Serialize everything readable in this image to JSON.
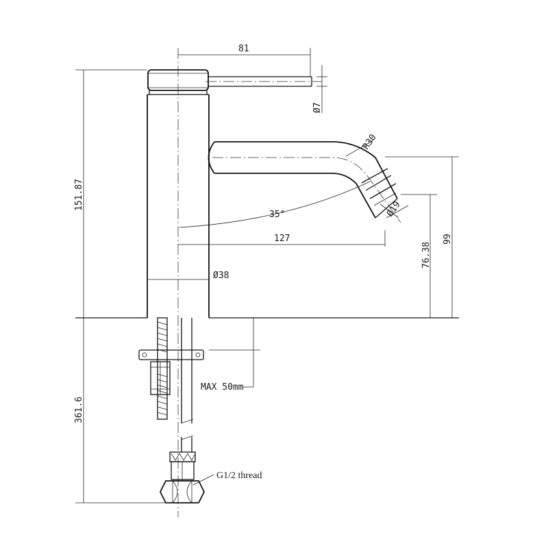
{
  "drawing": {
    "dimensions": {
      "handle_length": "81",
      "handle_diameter": "Ø7",
      "total_height": "151.87",
      "spout_radius": "R30",
      "spout_angle": "35°",
      "spout_outlet_diameter": "Ø19",
      "spout_reach": "127",
      "spout_outlet_height": "76.38",
      "spout_top_height": "99",
      "body_diameter": "Ø38",
      "max_deck_thickness": "MAX 50mm",
      "tail_length": "361.6"
    },
    "notes": {
      "connection": "G1/2 thread"
    }
  }
}
